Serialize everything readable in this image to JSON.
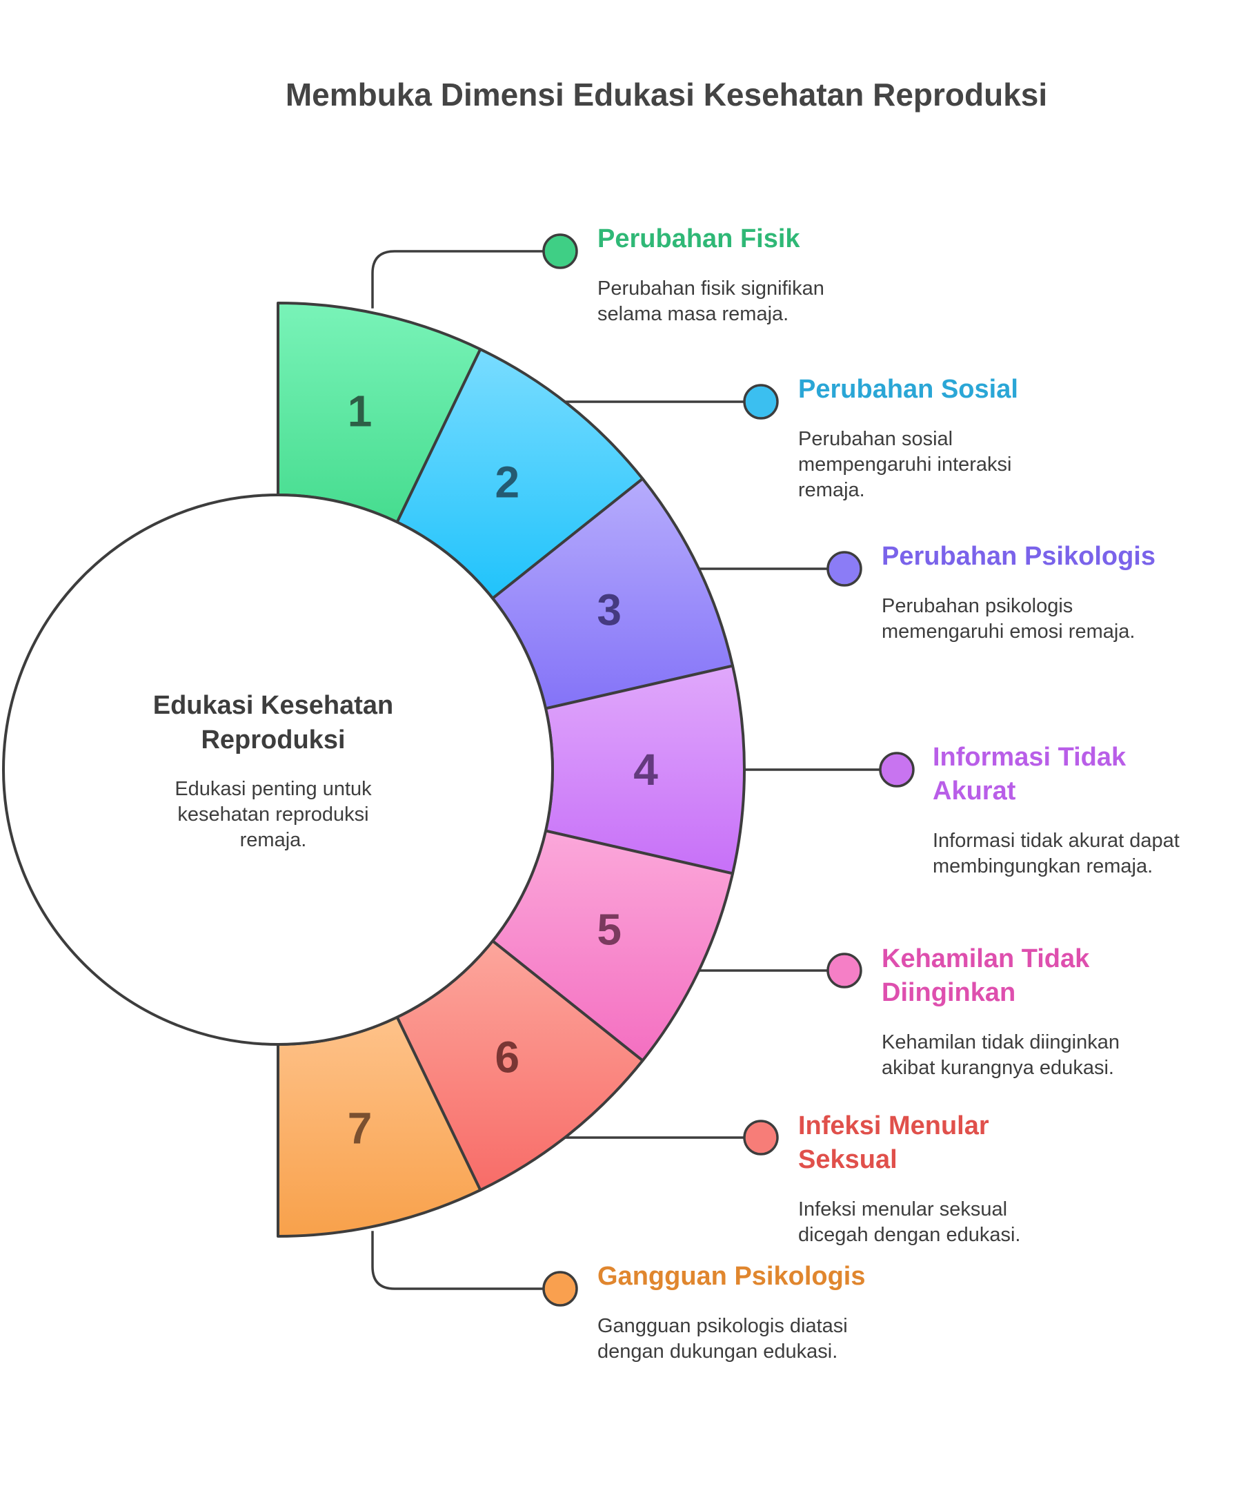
{
  "title": "Membuka Dimensi Edukasi Kesehatan Reproduksi",
  "center": {
    "title_lines": [
      "Edukasi Kesehatan",
      "Reproduksi"
    ],
    "desc_lines": [
      "Edukasi penting untuk",
      "kesehatan reproduksi",
      "remaja."
    ]
  },
  "items": [
    {
      "number": "1",
      "title_lines": [
        "Perubahan Fisik"
      ],
      "desc_lines": [
        "Perubahan fisik signifikan",
        "selama masa remaja."
      ],
      "color": "#3fcf85",
      "color_top": "#79f3b8",
      "color_bottom": "#46dc8f",
      "label_color": "#2fb876",
      "num_color": "#2d5e46"
    },
    {
      "number": "2",
      "title_lines": [
        "Perubahan Sosial"
      ],
      "desc_lines": [
        "Perubahan sosial",
        "mempengaruhi interaksi",
        "remaja."
      ],
      "color": "#3bbff0",
      "color_top": "#79dcff",
      "color_bottom": "#20c3fb",
      "label_color": "#2aa6d6",
      "num_color": "#245a72"
    },
    {
      "number": "3",
      "title_lines": [
        "Perubahan Psikologis"
      ],
      "desc_lines": [
        "Perubahan psikologis",
        "memengaruhi emosi remaja."
      ],
      "color": "#8b7cf6",
      "color_top": "#b6acfc",
      "color_bottom": "#8473f8",
      "label_color": "#7a63ea",
      "num_color": "#453a80"
    },
    {
      "number": "4",
      "title_lines": [
        "Informasi Tidak",
        "Akurat"
      ],
      "desc_lines": [
        "Informasi tidak akurat dapat",
        "membingungkan remaja."
      ],
      "color": "#c874f0",
      "color_top": "#e0a8fb",
      "color_bottom": "#c770f8",
      "label_color": "#b95ee8",
      "num_color": "#633a7e"
    },
    {
      "number": "5",
      "title_lines": [
        "Kehamilan Tidak",
        "Diinginkan"
      ],
      "desc_lines": [
        "Kehamilan tidak diinginkan",
        "akibat kurangnya edukasi."
      ],
      "color": "#f57fc6",
      "color_top": "#fba8da",
      "color_bottom": "#f46fc1",
      "label_color": "#de4fae",
      "num_color": "#7a3a5e"
    },
    {
      "number": "6",
      "title_lines": [
        "Infeksi Menular",
        "Seksual"
      ],
      "desc_lines": [
        "Infeksi menular seksual",
        "dicegah dengan edukasi."
      ],
      "color": "#f77d78",
      "color_top": "#fca69c",
      "color_bottom": "#f86c68",
      "label_color": "#e0504b",
      "num_color": "#7a3634"
    },
    {
      "number": "7",
      "title_lines": [
        "Gangguan Psikologis"
      ],
      "desc_lines": [
        "Gangguan psikologis diatasi",
        "dengan dukungan edukasi."
      ],
      "color": "#f9a04f",
      "color_top": "#fec28a",
      "color_bottom": "#f8a14b",
      "label_color": "#e0862e",
      "num_color": "#7a5030"
    }
  ]
}
